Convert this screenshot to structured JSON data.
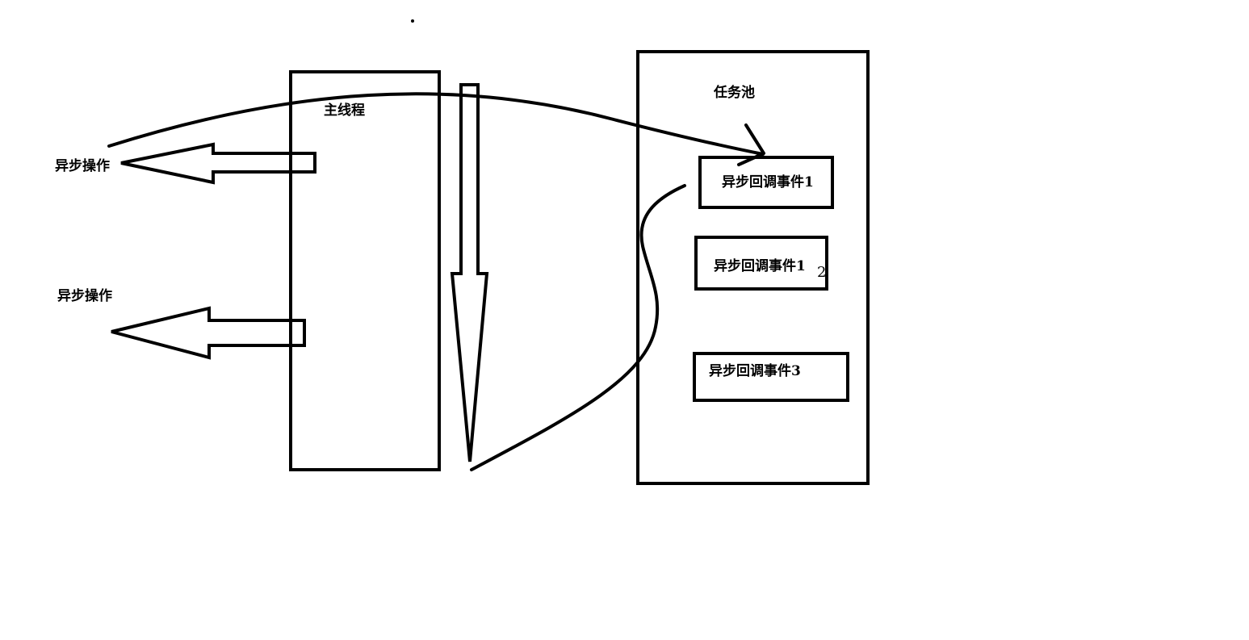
{
  "diagram": {
    "main_thread_label": "主线程",
    "task_pool_label": "任务池",
    "async_op_top_label": "异步操作",
    "async_op_bottom_label": "异步操作",
    "callback_events": [
      {
        "label": "异步回调事件1"
      },
      {
        "label": "异步回调事件1",
        "annotation": "2"
      },
      {
        "label": "异步回调事件3"
      }
    ],
    "stroke_color": "#000000",
    "background_color": "#ffffff"
  }
}
